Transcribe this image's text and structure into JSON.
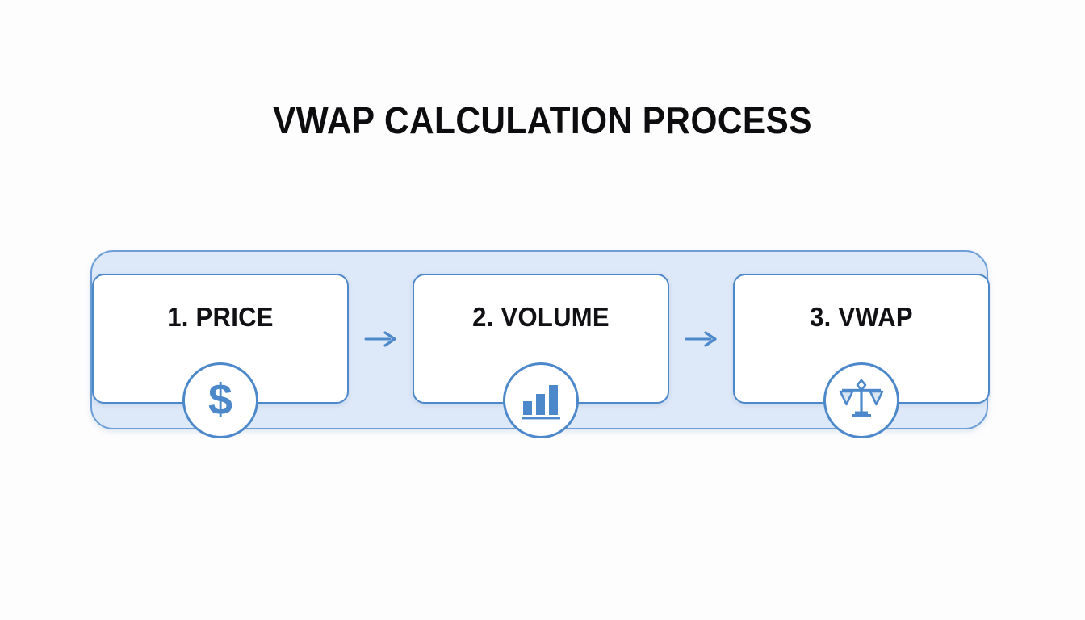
{
  "page": {
    "title": "VWAP CALCULATION PROCESS",
    "background_color": "#fdfdfe"
  },
  "theme": {
    "accent_blue": "#4d88ca",
    "container_fill": "#dde8f8",
    "container_border": "#6d9fd6",
    "card_fill": "#ffffff",
    "text_color": "#111115"
  },
  "flow": {
    "connector_icon": "arrow-right-icon",
    "steps": [
      {
        "label": "1. PRICE",
        "number": "1",
        "name": "PRICE",
        "icon": "dollar-sign-icon",
        "icon_glyph": "$"
      },
      {
        "label": "2. VOLUME",
        "number": "2",
        "name": "VOLUME",
        "icon": "bar-chart-icon",
        "icon_glyph": ""
      },
      {
        "label": "3. VWAP",
        "number": "3",
        "name": "VWAP",
        "icon": "balance-scale-icon",
        "icon_glyph": ""
      }
    ]
  }
}
